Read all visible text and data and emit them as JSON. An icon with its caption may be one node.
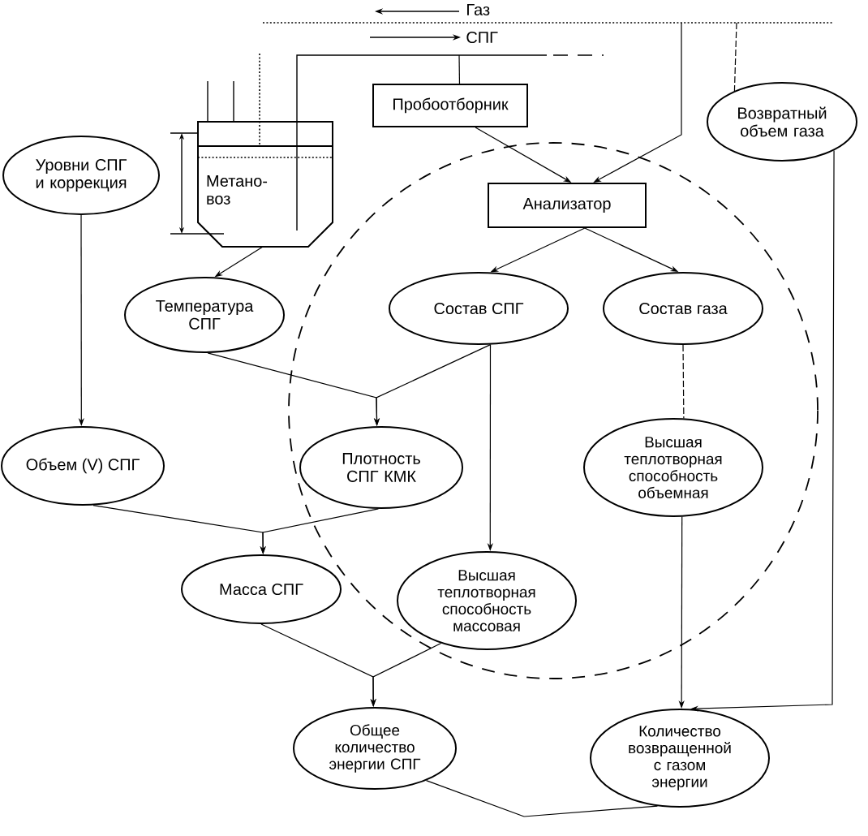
{
  "diagram": {
    "nodes": [
      {
        "text": [
          "Пробоотборник"
        ]
      },
      {
        "text": [
          "Возвратный объем газа"
        ]
      },
      {
        "text": [
          "Метано- воз"
        ]
      },
      {
        "text": [
          "Уровни СПГ и коррекция"
        ]
      },
      {
        "text": [
          "Анализатор"
        ]
      },
      {
        "text": [
          "Температура СПГ"
        ]
      },
      {
        "text": [
          "Состав СПГ"
        ]
      },
      {
        "text": [
          "Состав газа"
        ]
      },
      {
        "text": [
          "Объем (V) СПГ"
        ]
      },
      {
        "text": [
          "Плотность СПГ КМК"
        ]
      },
      {
        "text": [
          "Высшая теплотворная способность объемная"
        ]
      },
      {
        "text": [
          "Масса СПГ"
        ]
      },
      {
        "text": [
          "Высшая теплотворная способность массовая"
        ]
      },
      {
        "text": [
          "Общее количество энергии СПГ"
        ]
      },
      {
        "text": [
          "Количество возвращенной с газом энергии"
        ]
      }
    ],
    "edges": [
      {
        "from": null,
        "to": 0,
        "arrow": "none"
      },
      {
        "from": 0,
        "to": 4,
        "arrow": "to"
      },
      {
        "from": null,
        "to": 4,
        "arrow": "to"
      },
      {
        "from": null,
        "to": 1,
        "arrow": "none",
        "style": "dashed"
      },
      {
        "from": 2,
        "to": 5,
        "arrow": "to"
      },
      {
        "from": 4,
        "to": 6,
        "arrow": "to"
      },
      {
        "from": 4,
        "to": 7,
        "arrow": "to"
      },
      {
        "from": 3,
        "to": 8,
        "arrow": "to"
      },
      {
        "from": 5,
        "to": 9,
        "arrow": "to"
      },
      {
        "from": 6,
        "to": 9,
        "arrow": "to"
      },
      {
        "from": 6,
        "to": 12,
        "arrow": "to"
      },
      {
        "from": 7,
        "to": 10,
        "arrow": "none",
        "style": "dashed"
      },
      {
        "from": 8,
        "to": 11,
        "arrow": "to"
      },
      {
        "from": 9,
        "to": 11,
        "arrow": "to"
      },
      {
        "from": 10,
        "to": 14,
        "arrow": "to"
      },
      {
        "from": 1,
        "to": 14,
        "arrow": "to"
      },
      {
        "from": 11,
        "to": 13,
        "arrow": "to"
      },
      {
        "from": 12,
        "to": 13,
        "arrow": "to"
      },
      {
        "from": 13,
        "to": null,
        "arrow": "none"
      },
      {
        "from": 14,
        "to": null,
        "arrow": "none"
      }
    ],
    "labels": [
      "Газ",
      "СПГ"
    ]
  }
}
